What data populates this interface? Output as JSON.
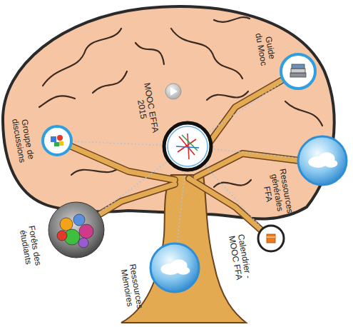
{
  "diagram": {
    "nodes": [
      {
        "text": [
          "Groupe de discussions"
        ]
      },
      {
        "text": [
          "MOOC EFFA 2015"
        ]
      },
      {
        "text": [
          "Guide du Mooc"
        ]
      },
      {
        "text": [
          "Ressources générales FFA"
        ]
      },
      {
        "text": [
          "Forêts des étudiants"
        ]
      },
      {
        "text": [
          "Calendrier - MOOC FFA"
        ]
      },
      {
        "text": [
          "Ressources Mémoires"
        ]
      }
    ],
    "edges": [
      {
        "from": 1,
        "to": 0,
        "arrow": "none"
      },
      {
        "from": 1,
        "to": 2,
        "arrow": "none"
      },
      {
        "from": 1,
        "to": 3,
        "arrow": "none"
      },
      {
        "from": 1,
        "to": 4,
        "arrow": "none"
      },
      {
        "from": 1,
        "to": 5,
        "arrow": "none"
      },
      {
        "from": 1,
        "to": 6,
        "arrow": "none"
      }
    ]
  }
}
